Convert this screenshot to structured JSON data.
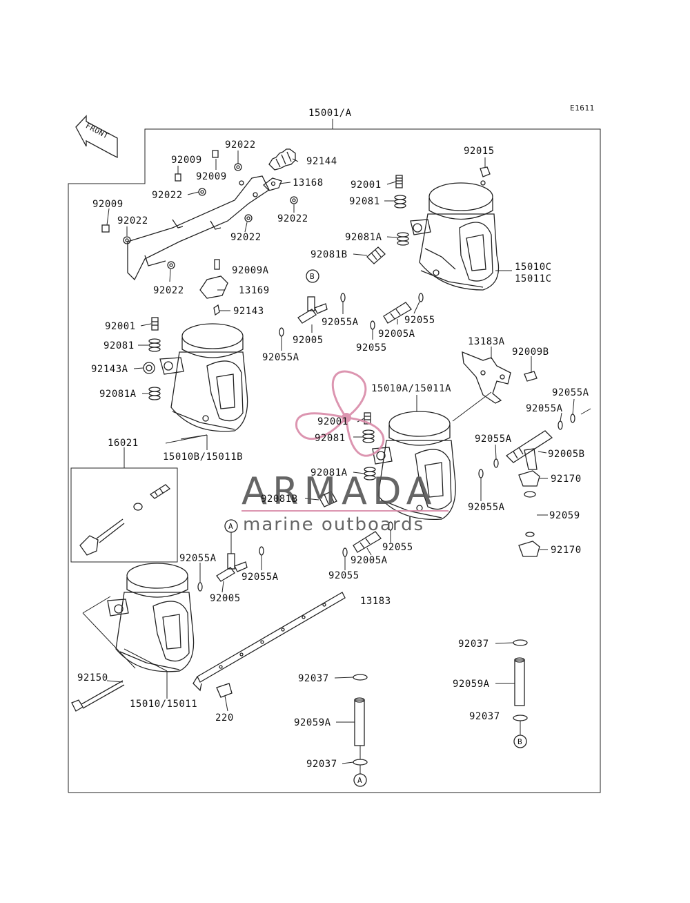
{
  "header": {
    "diagram_code": "E1611",
    "assembly_label": "15001/A",
    "front_label": "FRONT"
  },
  "refs": {
    "a": "A",
    "b": "B"
  },
  "watermark": {
    "brand": "ARMADA",
    "tagline": "marine outboards",
    "accent_color": "#d98aa8"
  },
  "parts": [
    "92009",
    "92022",
    "92009",
    "92022",
    "92009",
    "92022",
    "92022",
    "92144",
    "13168",
    "92022",
    "92022",
    "92009A",
    "13169",
    "92143",
    "92015",
    "92001",
    "92081",
    "92081A",
    "92081B",
    "15010C",
    "15011C",
    "92055A",
    "92005",
    "92005A",
    "92055",
    "92055",
    "92055A",
    "92001",
    "92081",
    "92143A",
    "92081A",
    "15010B/15011B",
    "16021",
    "13183A",
    "92009B",
    "15010A/15011A",
    "92055A",
    "92055A",
    "92001",
    "92081",
    "92055A",
    "92005B",
    "92081A",
    "92170",
    "92081B",
    "92055A",
    "92059",
    "92170",
    "92055A",
    "92005",
    "92055A",
    "92005A",
    "92055",
    "92055",
    "13183",
    "92150",
    "15010/15011",
    "220",
    "92037",
    "92037",
    "92059A",
    "92037",
    "92059A",
    "92037"
  ]
}
